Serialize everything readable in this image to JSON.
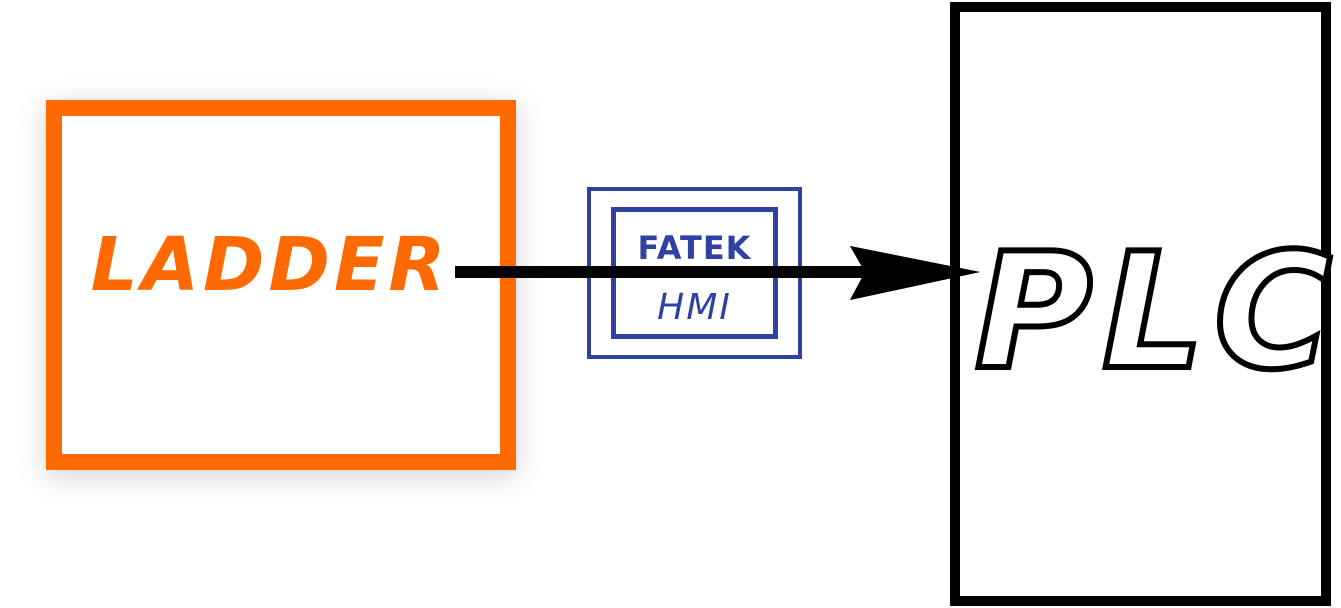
{
  "diagram": {
    "source": {
      "label": "LADDER",
      "color": "#ff6a00"
    },
    "target": {
      "label": "PLC",
      "color": "#000000"
    },
    "connector": {
      "badge_brand": "FATEK",
      "badge_sub": "HMI",
      "badge_color": "#2f41a3",
      "arrow_color": "#000000",
      "direction": "left-to-right"
    }
  }
}
